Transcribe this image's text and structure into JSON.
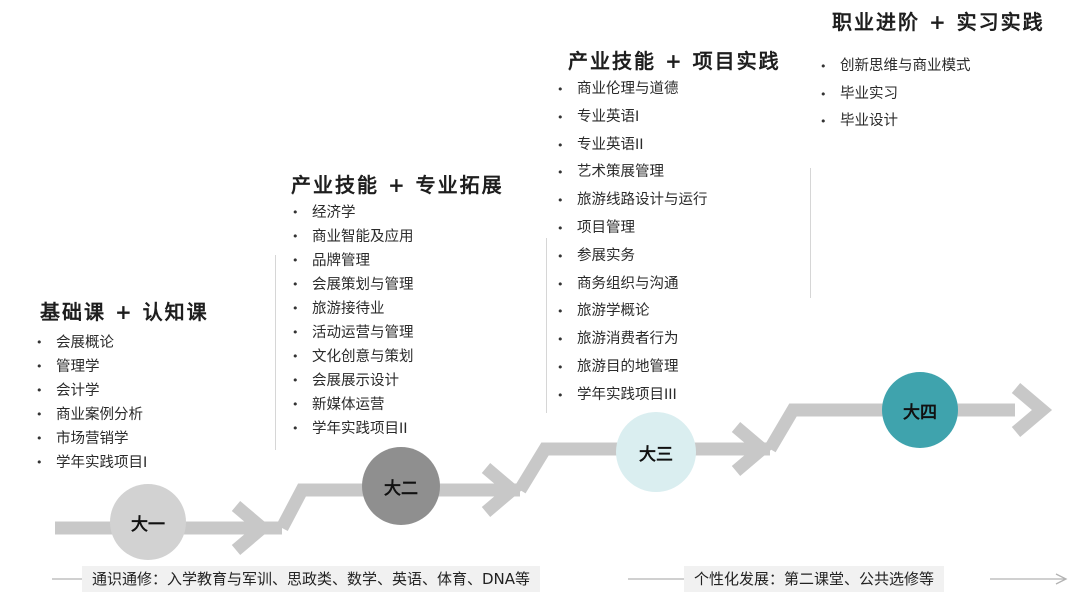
{
  "stages": [
    {
      "title": "基础课 + 认知课",
      "year": "大一",
      "courses": [
        "会展概论",
        "管理学",
        "会计学",
        "商业案例分析",
        "市场营销学",
        "学年实践项目I"
      ]
    },
    {
      "title": "产业技能 + 专业拓展",
      "year": "大二",
      "courses": [
        "经济学",
        "商业智能及应用",
        "品牌管理",
        "会展策划与管理",
        "旅游接待业",
        "活动运营与管理",
        "文化创意与策划",
        "会展展示设计",
        "新媒体运营",
        "学年实践项目II"
      ]
    },
    {
      "title": "产业技能 + 项目实践",
      "year": "大三",
      "courses": [
        "商业伦理与道德",
        "专业英语I",
        "专业英语II",
        "艺术策展管理",
        "旅游线路设计与运行",
        "项目管理",
        "参展实务",
        "商务组织与沟通",
        "旅游学概论",
        "旅游消费者行为",
        "旅游目的地管理",
        "学年实践项目III"
      ]
    },
    {
      "title": "职业进阶 + 实习实践",
      "year": "大四",
      "courses": [
        "创新思维与商业模式",
        "毕业实习",
        "毕业设计"
      ]
    }
  ],
  "bottom": {
    "general": "通识通修：入学教育与军训、思政类、数学、英语、体育、DNA等",
    "personal": "个性化发展：第二课堂、公共选修等"
  },
  "colors": {
    "year1": "#d2d2d2",
    "year2": "#8f8f8f",
    "year3": "#daeef0",
    "year4": "#3fa3ad",
    "arrow": "#c8c8c8"
  }
}
